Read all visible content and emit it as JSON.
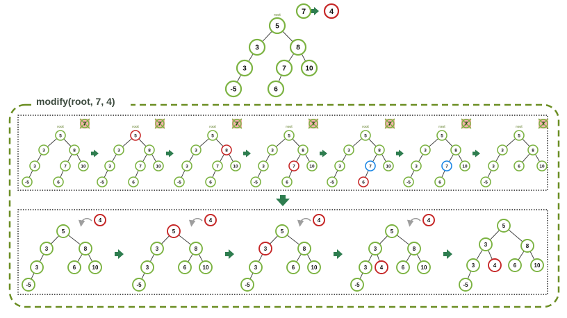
{
  "colors": {
    "node_green": "#7cb342",
    "node_red": "#c62828",
    "node_blue": "#1e88e5",
    "arrow_green": "#2e7d4f",
    "dash_border": "#6b8e23",
    "edge": "#444444",
    "root_label": "#8aa060",
    "delete_fill": "#f4a29c",
    "delete_x": "#7cb342",
    "curl_arrow": "#9e9e9e"
  },
  "root_label": "root",
  "title": "modify(root, 7, 4)",
  "legend": {
    "from": "7",
    "to": "4",
    "arrow_icon": "arrow-right-icon"
  },
  "initial_tree": {
    "nodes": [
      "5",
      "3",
      "8",
      "3",
      "7",
      "10",
      "-5",
      "6"
    ]
  },
  "delete_steps": [
    {
      "highlight": "none",
      "delete_badge": "7"
    },
    {
      "highlight": "5",
      "delete_badge": "7"
    },
    {
      "highlight": "8",
      "delete_badge": "7"
    },
    {
      "highlight": "7",
      "delete_badge": "7"
    },
    {
      "highlight": "7 found, 6 promoted",
      "delete_badge": "7"
    },
    {
      "highlight": "7 replaced by 6",
      "delete_badge": "7"
    },
    {
      "highlight": "none",
      "delete_badge": "7"
    }
  ],
  "insert_steps": [
    {
      "highlight": "none",
      "insert_badge": "4"
    },
    {
      "highlight": "5",
      "insert_badge": "4"
    },
    {
      "highlight": "3",
      "insert_badge": "4"
    },
    {
      "highlight": "4 inserted",
      "insert_badge": "4"
    },
    {
      "highlight": "none"
    }
  ]
}
